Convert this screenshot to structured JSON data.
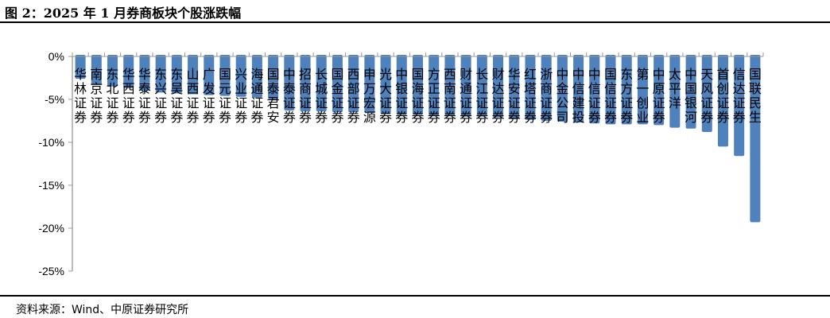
{
  "title": "图 2：2025 年 1 月券商板块个股涨跌幅",
  "source": "资料来源：Wind、中原证券研究所",
  "chart_data": {
    "type": "bar",
    "title": "图 2：2025 年 1 月券商板块个股涨跌幅",
    "xlabel": "",
    "ylabel": "",
    "ylim": [
      -25,
      0
    ],
    "yticks": [
      0,
      -5,
      -10,
      -15,
      -20,
      -25
    ],
    "ytick_labels": [
      "0%",
      "-5%",
      "-10%",
      "-15%",
      "-20%",
      "-25%"
    ],
    "grid": false,
    "color": "#4F81BD",
    "categories": [
      "华林证券",
      "南京证券",
      "东北证券",
      "华西证券",
      "华泰证券",
      "东兴证券",
      "东吴证券",
      "山西证券",
      "广发证券",
      "国元证券",
      "兴业证券",
      "海通证券",
      "国泰君安",
      "中泰证券",
      "招商证券",
      "长城证券",
      "国金证券",
      "西部证券",
      "申万宏源",
      "光大证券",
      "中银证券",
      "国海证券",
      "方正证券",
      "西南证券",
      "财通证券",
      "长江证券",
      "财达证券",
      "华安证券",
      "红塔证券",
      "浙商证券",
      "中金公司",
      "中信建投",
      "中信证券",
      "国信证券",
      "东方证券",
      "第一创业",
      "中原证券",
      "太平洋",
      "中国银河",
      "天风证券",
      "首创证券",
      "信达证券",
      "国联民生"
    ],
    "values": [
      -2.6,
      -3.3,
      -3.5,
      -3.7,
      -4.0,
      -4.2,
      -4.3,
      -4.4,
      -4.5,
      -4.6,
      -4.7,
      -4.8,
      -5.0,
      -6.3,
      -6.4,
      -6.4,
      -6.5,
      -6.5,
      -6.6,
      -6.7,
      -6.8,
      -6.8,
      -6.9,
      -6.9,
      -7.0,
      -7.0,
      -7.1,
      -7.3,
      -7.4,
      -7.5,
      -7.6,
      -7.7,
      -7.8,
      -7.9,
      -7.9,
      -7.9,
      -8.0,
      -8.3,
      -8.4,
      -8.8,
      -10.5,
      -11.6,
      -19.3
    ]
  }
}
